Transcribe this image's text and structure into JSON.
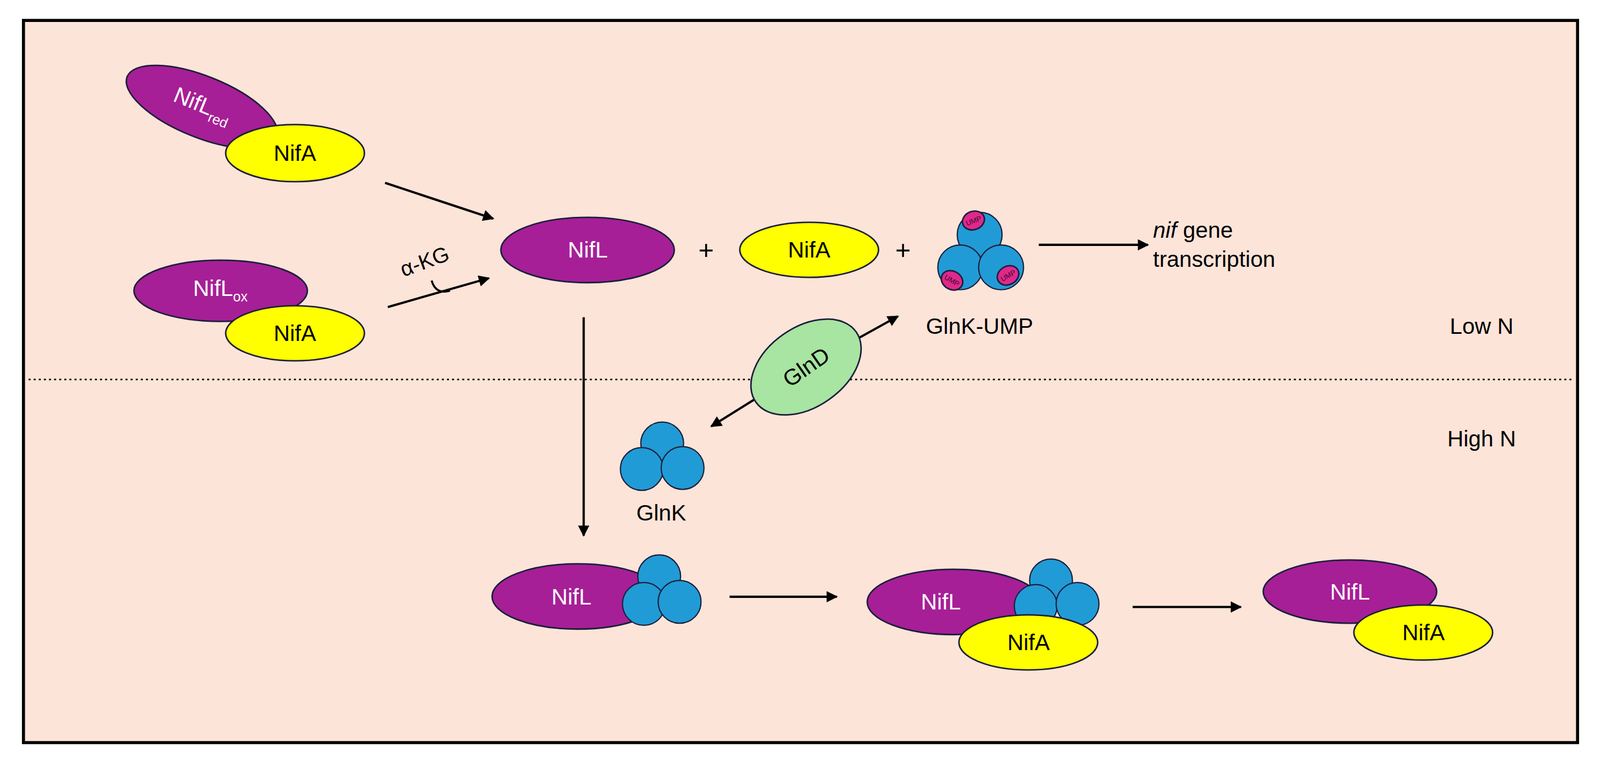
{
  "diagram": {
    "nodes": [
      {
        "text": [
          "NifL",
          "red"
        ]
      },
      {
        "text": [
          "NifA"
        ]
      },
      {
        "text": [
          "NifL",
          "ox"
        ]
      },
      {
        "text": [
          "NifA"
        ]
      },
      {
        "text": [
          "NifL"
        ]
      },
      {
        "text": [
          "NifA"
        ]
      },
      {
        "text": [
          "GlnK-UMP"
        ]
      },
      {
        "text": [
          "UMP"
        ],
        "in": 6
      },
      {
        "text": [
          "UMP"
        ],
        "in": 6
      },
      {
        "text": [
          "UMP"
        ],
        "in": 6
      },
      {
        "text": [
          "GlnD"
        ]
      },
      {
        "text": [
          "GlnK"
        ]
      },
      {
        "text": [
          "NifL"
        ]
      },
      {
        "text": [
          "NifL"
        ]
      },
      {
        "text": [
          "NifA"
        ]
      },
      {
        "text": [
          "NifL"
        ]
      },
      {
        "text": [
          "NifA"
        ]
      }
    ],
    "edges": [
      {
        "from": 1,
        "to": 4,
        "arrow": "to"
      },
      {
        "from": 3,
        "to": 4,
        "label": "α-KG",
        "arrow": "to"
      },
      {
        "from": 4,
        "to": 12,
        "arrow": "to"
      },
      {
        "from": 10,
        "to": 6,
        "arrow": "to"
      },
      {
        "from": 10,
        "to": 11,
        "arrow": "to"
      },
      {
        "from": 12,
        "to": 13,
        "arrow": "to"
      },
      {
        "from": 13,
        "to": 15,
        "arrow": "to"
      }
    ],
    "labels": [
      "+",
      "+",
      "nif gene transcription",
      "Low N",
      "High N"
    ]
  }
}
